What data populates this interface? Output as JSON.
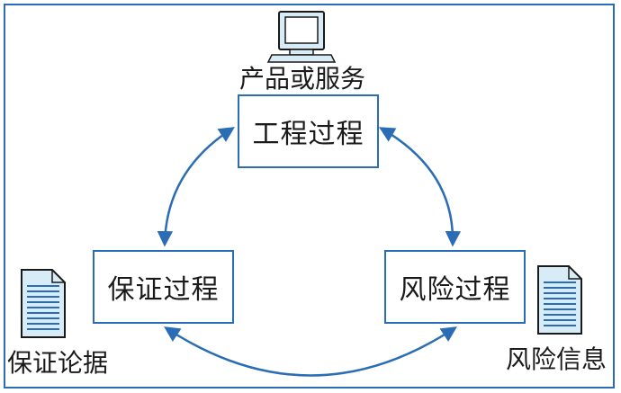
{
  "nodes": {
    "engineering": "工程过程",
    "assurance": "保证过程",
    "risk": "风险过程"
  },
  "labels": {
    "product": "产品或服务",
    "assurance_evidence": "保证论据",
    "risk_info": "风险信息"
  },
  "icons": {
    "product": "computer-monitor-icon",
    "assurance_evidence": "document-icon",
    "risk_info": "document-icon"
  },
  "colors": {
    "stroke": "#2a6db4",
    "icon_fill": "#d8ecf7"
  }
}
